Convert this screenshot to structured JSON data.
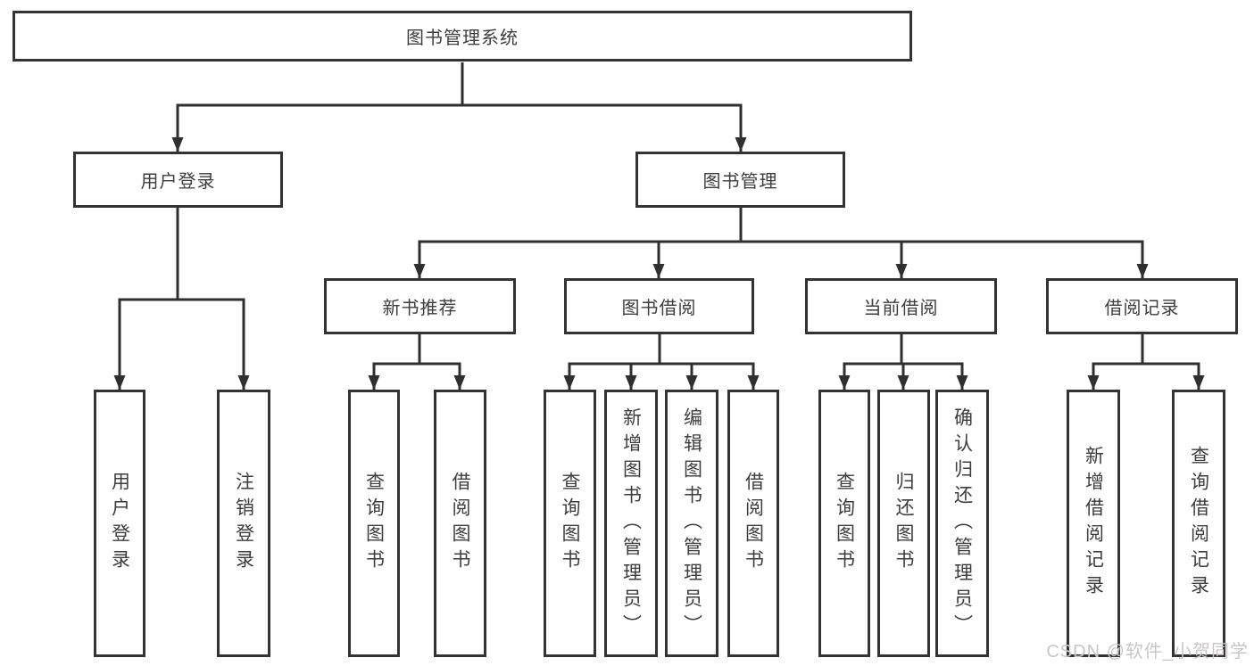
{
  "diagram": {
    "root": {
      "label": "图书管理系统"
    },
    "level2": [
      {
        "id": "user-login",
        "label": "用户登录",
        "parent": "图书管理系统"
      },
      {
        "id": "book-management",
        "label": "图书管理",
        "parent": "图书管理系统"
      }
    ],
    "level3": [
      {
        "id": "new-book-recommend",
        "label": "新书推荐",
        "parent": "图书管理"
      },
      {
        "id": "book-borrow",
        "label": "图书借阅",
        "parent": "图书管理"
      },
      {
        "id": "current-borrow",
        "label": "当前借阅",
        "parent": "图书管理"
      },
      {
        "id": "borrow-records",
        "label": "借阅记录",
        "parent": "图书管理"
      }
    ],
    "level4": [
      {
        "label": "用户登录",
        "parent": "用户登录"
      },
      {
        "label": "注销登录",
        "parent": "用户登录"
      },
      {
        "label": "查询图书",
        "parent": "新书推荐"
      },
      {
        "label": "借阅图书",
        "parent": "新书推荐"
      },
      {
        "label": "查询图书",
        "parent": "图书借阅"
      },
      {
        "label": "新增图书（管理员）",
        "parent": "图书借阅"
      },
      {
        "label": "编辑图书（管理员）",
        "parent": "图书借阅"
      },
      {
        "label": "借阅图书",
        "parent": "图书借阅"
      },
      {
        "label": "查询图书",
        "parent": "当前借阅"
      },
      {
        "label": "归还图书",
        "parent": "当前借阅"
      },
      {
        "label": "确认归还（管理员）",
        "parent": "当前借阅"
      },
      {
        "label": "新增借阅记录",
        "parent": "借阅记录"
      },
      {
        "label": "查询借阅记录",
        "parent": "借阅记录"
      }
    ],
    "watermark": "CSDN @软件_小贺同学",
    "colors": {
      "line": "#2f2f2f",
      "box_border": "#333333",
      "box_fill": "#ffffff",
      "text": "#3d3d3d",
      "watermark": "#c9c6c6",
      "background": "#ffffff"
    }
  }
}
